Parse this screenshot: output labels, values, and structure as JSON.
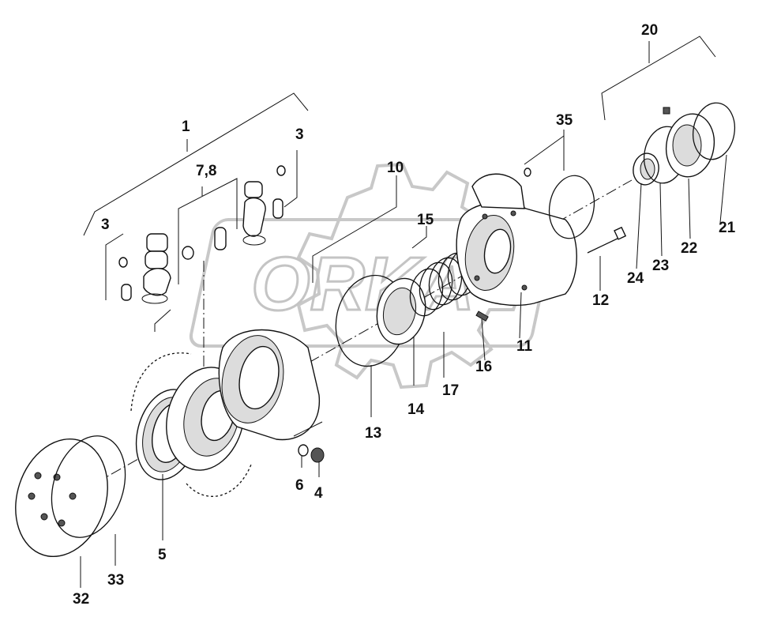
{
  "watermark": {
    "text": "ORKA"
  },
  "callouts": {
    "c1": "1",
    "c3a": "3",
    "c3b": "3",
    "c78": "7,8",
    "c10": "10",
    "c35": "35",
    "c20": "20",
    "c15": "15",
    "c21": "21",
    "c22": "22",
    "c23": "23",
    "c24": "24",
    "c12": "12",
    "c11": "11",
    "c16": "16",
    "c17": "17",
    "c14": "14",
    "c13": "13",
    "c6": "6",
    "c4": "4",
    "c5": "5",
    "c33": "33",
    "c32": "32"
  }
}
